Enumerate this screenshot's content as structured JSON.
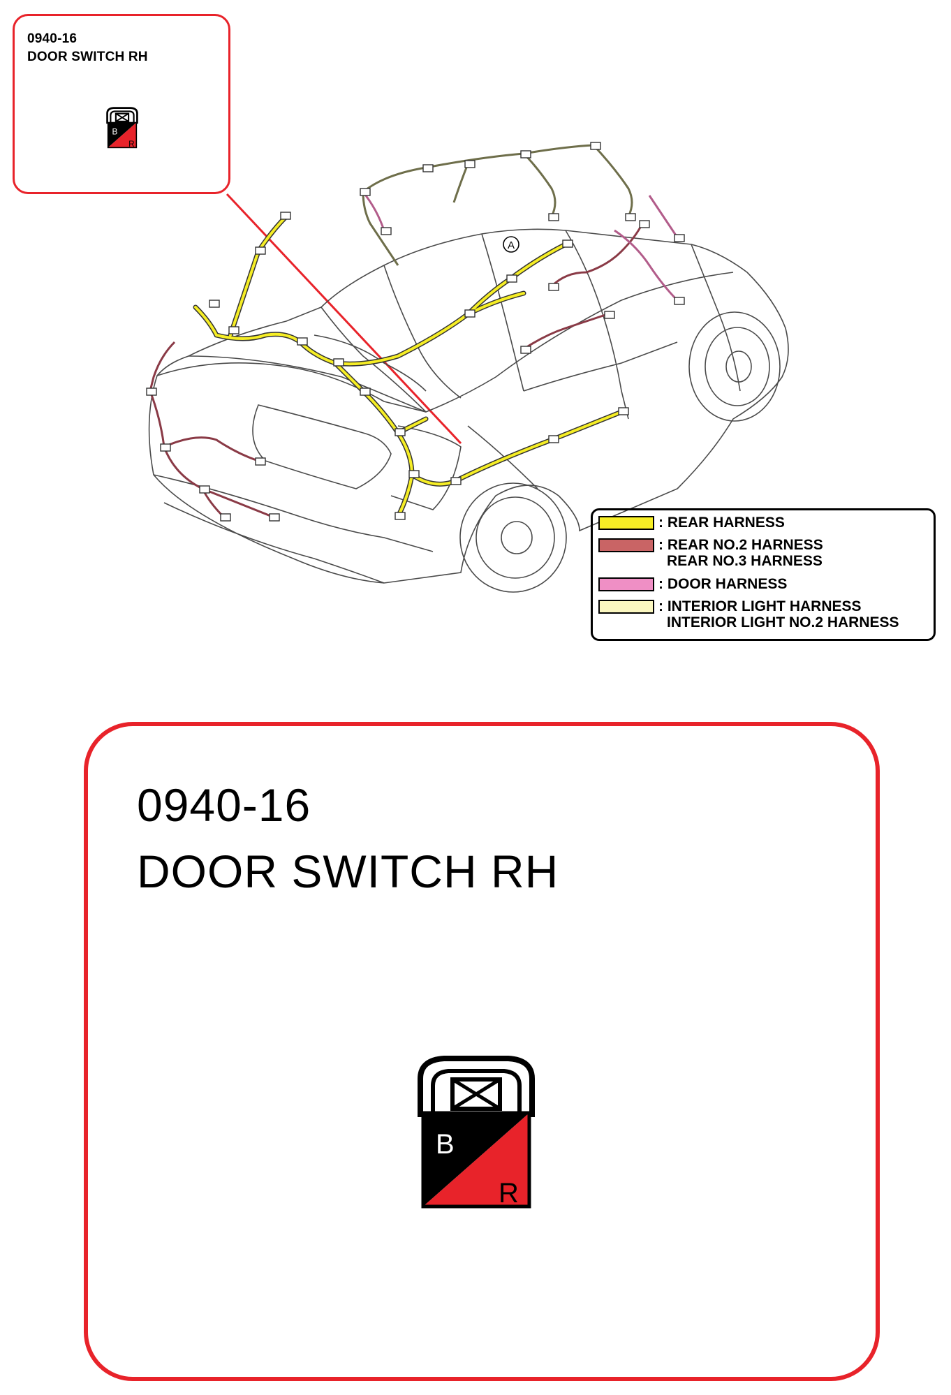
{
  "connector": {
    "code": "0940-16",
    "name": "DOOR SWITCH RH",
    "pin_letters": [
      "B",
      "R"
    ],
    "colors": {
      "black": "#000000",
      "red": "#e8232a"
    }
  },
  "callout_point_label": "A",
  "legend": {
    "items": [
      {
        "color": "#f6ee25",
        "lines": [
          ": REAR HARNESS"
        ]
      },
      {
        "color": "#c96465",
        "lines": [
          ": REAR NO.2 HARNESS",
          "REAR NO.3 HARNESS"
        ]
      },
      {
        "color": "#ef8fc5",
        "lines": [
          ": DOOR HARNESS"
        ]
      },
      {
        "color": "#fbf7c0",
        "lines": [
          ": INTERIOR LIGHT HARNESS",
          "INTERIOR LIGHT NO.2 HARNESS"
        ]
      }
    ]
  },
  "harness_colors": {
    "rear": "#eeee22",
    "rear_no2": "#8a3a46",
    "door": "#b25c8a",
    "interior_light": "#c8c890",
    "outline": "#4a4a4a",
    "callout": "#e8232a"
  }
}
